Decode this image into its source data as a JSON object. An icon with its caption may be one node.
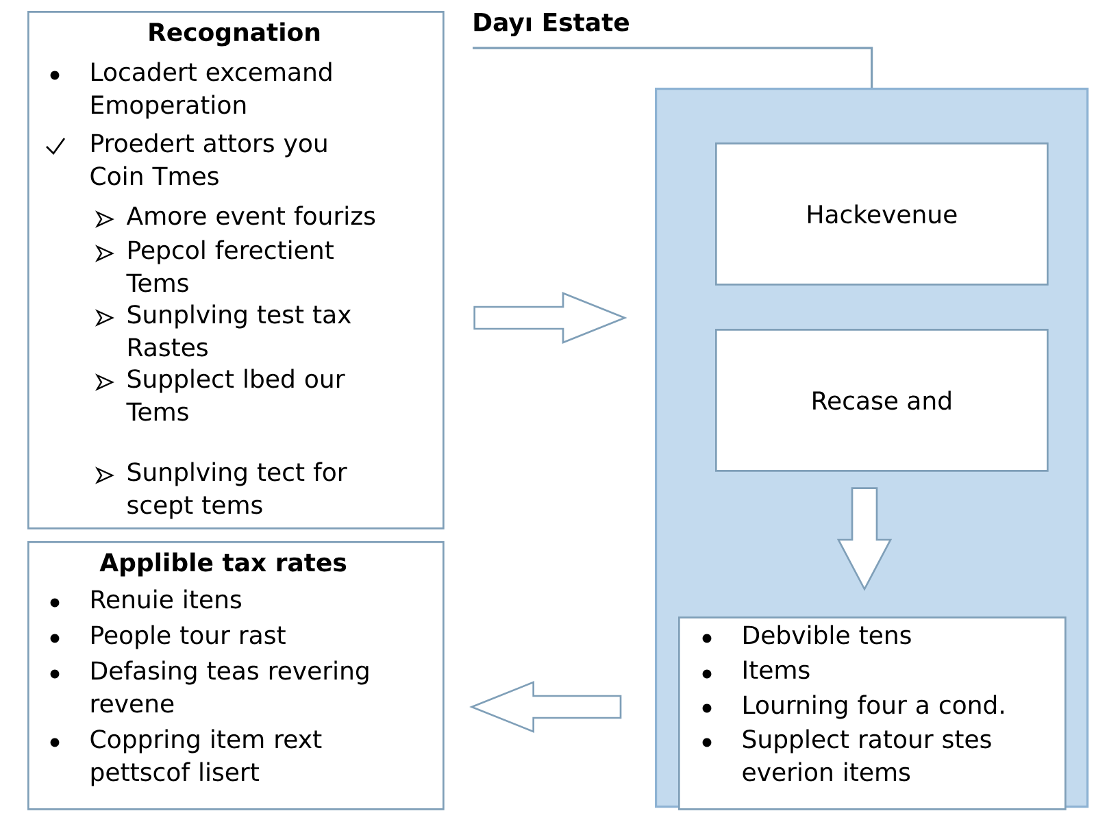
{
  "diagram": {
    "nodes": [
      {
        "text": [
          "Recognation",
          "Locadert excemand Emoperation",
          "Proedert attors you Coin Tmes",
          "Amore event fourizs",
          "Pepcol ferectient Tems",
          "Sunplving test tax Rastes",
          "Supplect lbed our Tems",
          "Sunplving tect for scept tems"
        ]
      },
      {
        "text": [
          "Dayı Estate"
        ]
      },
      {
        "text": [],
        "shape": "box"
      },
      {
        "text": [
          "Hackevenue"
        ],
        "in": 2
      },
      {
        "text": [
          "Recase and"
        ],
        "in": 2
      },
      {
        "text": [
          "Debvible tens",
          "Items",
          "Lourning four a cond.",
          "Supplect ratour stes everion items"
        ],
        "in": 2
      },
      {
        "text": [
          "Applible tax rates",
          "Renuie itens",
          "People tour rast",
          "Defasing teas revering revene",
          "Coppring item rext pettscof lisert"
        ]
      }
    ],
    "edges": [
      {
        "from": 1,
        "to": 2,
        "arrow": "none"
      },
      {
        "from": 0,
        "to": 2,
        "arrow": "to"
      },
      {
        "from": 4,
        "to": 5,
        "arrow": "to"
      },
      {
        "from": 2,
        "to": 6,
        "arrow": "to"
      }
    ]
  }
}
